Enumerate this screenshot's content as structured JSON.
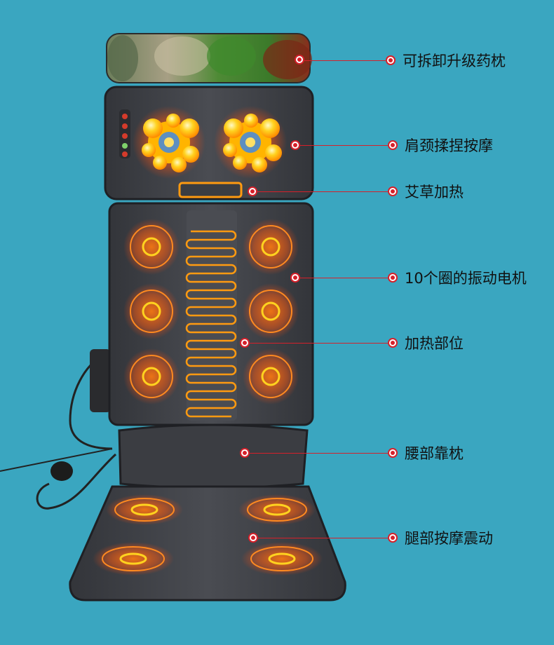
{
  "callouts": [
    {
      "id": "pillow",
      "label": "可拆卸升级药枕"
    },
    {
      "id": "neck",
      "label": "肩颈揉捏按摩"
    },
    {
      "id": "moxa",
      "label": "艾草加热"
    },
    {
      "id": "motors",
      "label": "10个圈的振动电机"
    },
    {
      "id": "heat",
      "label": "加热部位"
    },
    {
      "id": "lumbar",
      "label": "腰部靠枕"
    },
    {
      "id": "legs",
      "label": "腿部按摩震动"
    }
  ],
  "colors": {
    "background": "#3aa6c0",
    "mat": "#3f4146",
    "accent_line": "#d6202a",
    "glow_orange": "#ff6a10",
    "glow_yellow": "#ffd21f"
  },
  "icons": [
    "control-buttons-icon",
    "massage-node-icon",
    "vibration-ring-icon",
    "heating-coil-icon",
    "remote-controller-icon"
  ]
}
